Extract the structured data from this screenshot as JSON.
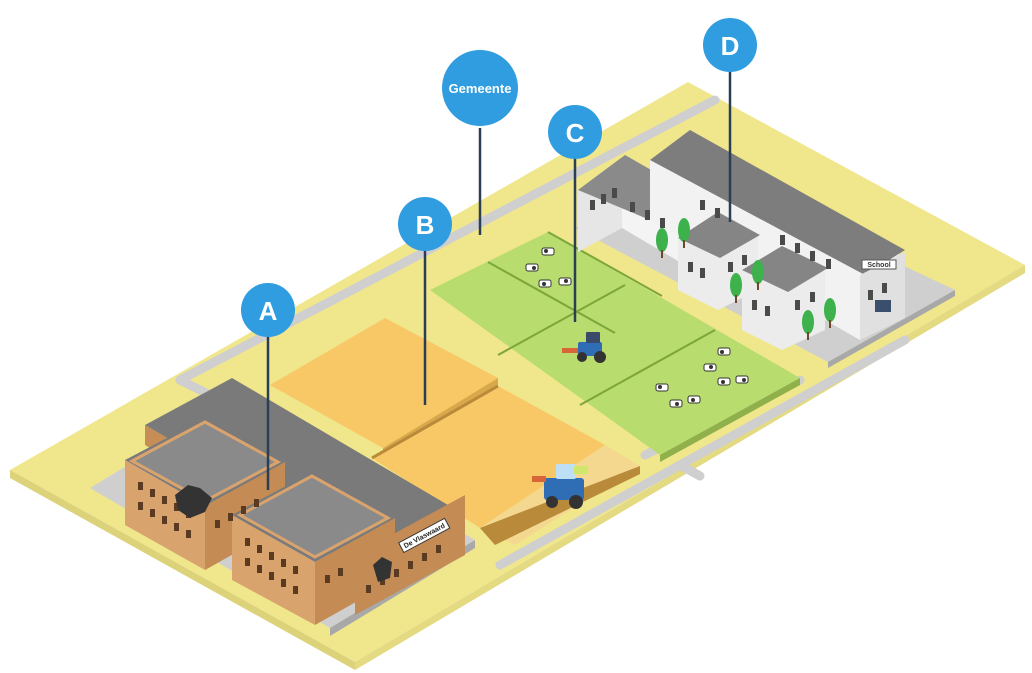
{
  "colors": {
    "ground": "#f0e68c",
    "road": "#cfcfcf",
    "field_orange": "#f8c766",
    "field_green": "#b8dc6e",
    "brick": "#d9a36e",
    "roof_dark": "#7a7a7a",
    "school_wall": "#efefef",
    "pin": "#2f9de0",
    "tree": "#3db14b"
  },
  "pins": [
    {
      "id": "a",
      "label": "A"
    },
    {
      "id": "b",
      "label": "B"
    },
    {
      "id": "gemeente",
      "label": "Gemeente"
    },
    {
      "id": "c",
      "label": "C"
    },
    {
      "id": "d",
      "label": "D"
    }
  ],
  "signs": {
    "factory": "De Vlaswaard",
    "school": "School"
  }
}
